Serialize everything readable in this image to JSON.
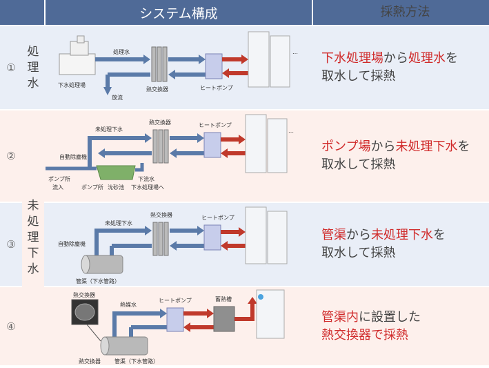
{
  "header": {
    "system": "システム構成",
    "method": "採熱方法"
  },
  "categories": {
    "treated": "処理水",
    "untreated": "未処理下水"
  },
  "rows": [
    {
      "num": "①",
      "method_parts": [
        {
          "text": "下水処理場",
          "red": true
        },
        {
          "text": "から",
          "red": false
        },
        {
          "text": "処理水",
          "red": true
        },
        {
          "text": "を",
          "red": false
        },
        {
          "text": "\n取水して採熱",
          "red": false
        }
      ],
      "labels": {
        "treated_water": "処理水",
        "plant": "下水処理場",
        "discharge": "放流",
        "hx": "熱交換器",
        "heatpump": "ヒートポンプ",
        "dots": "…"
      }
    },
    {
      "num": "②",
      "method_parts": [
        {
          "text": "ポンプ場",
          "red": true
        },
        {
          "text": "から",
          "red": false
        },
        {
          "text": "未処理下水",
          "red": true
        },
        {
          "text": "を",
          "red": false
        },
        {
          "text": "\n取水して採熱",
          "red": false
        }
      ],
      "labels": {
        "untreated": "未処理下水",
        "hx": "熱交換器",
        "heatpump": "ヒートポンプ",
        "screen": "自動除塵機",
        "pumpstation": "ポンプ所",
        "inflow": "流入",
        "pump": "ポンプ所",
        "grit": "沈砂池",
        "sewer1": "下流水",
        "sewer2": "下水処理場へ",
        "dots": "…"
      }
    },
    {
      "num": "③",
      "method_parts": [
        {
          "text": "管渠",
          "red": true
        },
        {
          "text": "から",
          "red": false
        },
        {
          "text": "未処理下水",
          "red": true
        },
        {
          "text": "を",
          "red": false
        },
        {
          "text": "\n取水して採熱",
          "red": false
        }
      ],
      "labels": {
        "untreated": "未処理下水",
        "hx": "熱交換器",
        "heatpump": "ヒートポンプ",
        "screen": "自動除塵機",
        "pipe": "管渠（下水管路）"
      }
    },
    {
      "num": "④",
      "method_parts": [
        {
          "text": "管渠内",
          "red": true
        },
        {
          "text": "に設置した",
          "red": false
        },
        {
          "text": "\n熱交換器で採熱",
          "red": true
        }
      ],
      "labels": {
        "hx": "熱交換器",
        "medium": "熱媒水",
        "heatpump": "ヒートポンプ",
        "storage": "蓄熱槽",
        "hx2": "熱交換器",
        "pipe": "管渠（下水管路）"
      }
    }
  ]
}
